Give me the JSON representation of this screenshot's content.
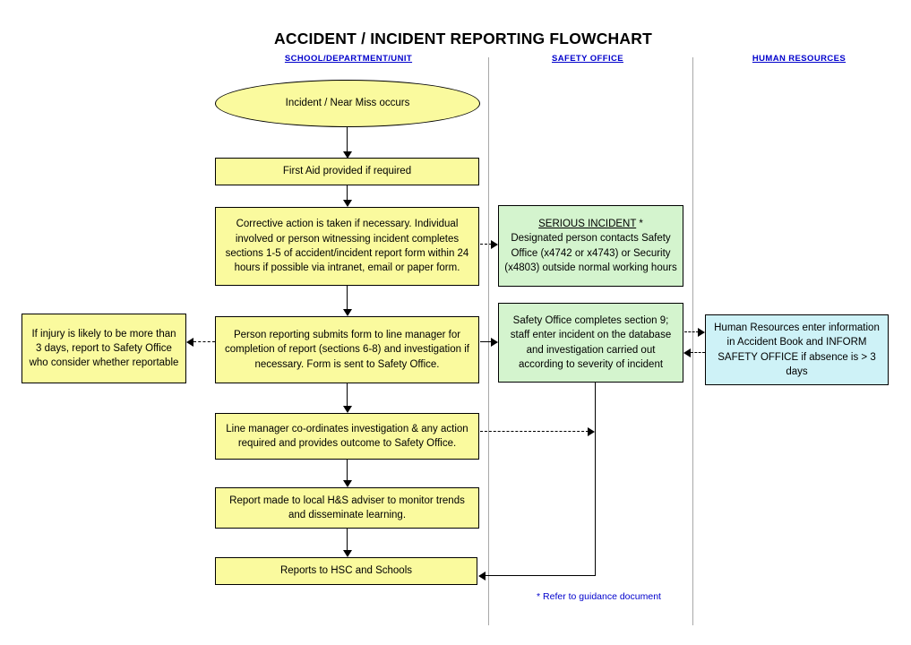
{
  "title": "ACCIDENT / INCIDENT REPORTING FLOWCHART",
  "columns": [
    {
      "label": "SCHOOL/DEPARTMENT/UNIT"
    },
    {
      "label": "SAFETY OFFICE"
    },
    {
      "label": "HUMAN RESOURCES"
    }
  ],
  "nodes": {
    "incident": {
      "text": "Incident / Near Miss occurs",
      "shape": "oval",
      "color": "#FAFA9E"
    },
    "first_aid": {
      "text": "First Aid provided if required",
      "color": "#FAFA9E"
    },
    "corrective": {
      "text": "Corrective action is taken if necessary. Individual involved or person witnessing incident completes sections 1-5 of accident/incident report form within 24 hours if possible via intranet, email or paper form.",
      "color": "#FAFA9E"
    },
    "serious": {
      "heading": "SERIOUS INCIDENT",
      "star": " *",
      "body": "Designated person contacts Safety Office (x4742 or x4743) or Security (x4803) outside normal working hours",
      "color": "#D4F4CE"
    },
    "injury": {
      "text": "If injury is likely to be more than 3 days, report to Safety Office who consider whether reportable",
      "color": "#FAFA9E"
    },
    "person": {
      "text": "Person reporting submits form to line manager for completion of report (sections 6-8) and investigation if necessary.  Form is sent to Safety Office.",
      "color": "#FAFA9E"
    },
    "safety_completes": {
      "text": "Safety Office completes section 9; staff enter incident on the database and investigation carried out according to severity of incident",
      "color": "#D4F4CE"
    },
    "hr": {
      "text": "Human Resources enter information in Accident Book and INFORM SAFETY OFFICE if absence is > 3 days",
      "color": "#CEF2F7"
    },
    "line_manager": {
      "text": "Line manager co-ordinates investigation & any action required and provides outcome to Safety Office.",
      "color": "#FAFA9E"
    },
    "report_adviser": {
      "text": "Report made to local H&S adviser to monitor trends and disseminate learning.",
      "color": "#FAFA9E"
    },
    "reports_hsc": {
      "text": "Reports to HSC and Schools",
      "color": "#FAFA9E"
    }
  },
  "footnote": "* Refer to guidance document",
  "colors": {
    "box_yellow": "#FAFA9E",
    "box_green": "#D4F4CE",
    "box_cyan": "#CEF2F7",
    "header_blue": "#0000CC",
    "border_black": "#000000",
    "divider_gray": "#A8A8A8"
  }
}
